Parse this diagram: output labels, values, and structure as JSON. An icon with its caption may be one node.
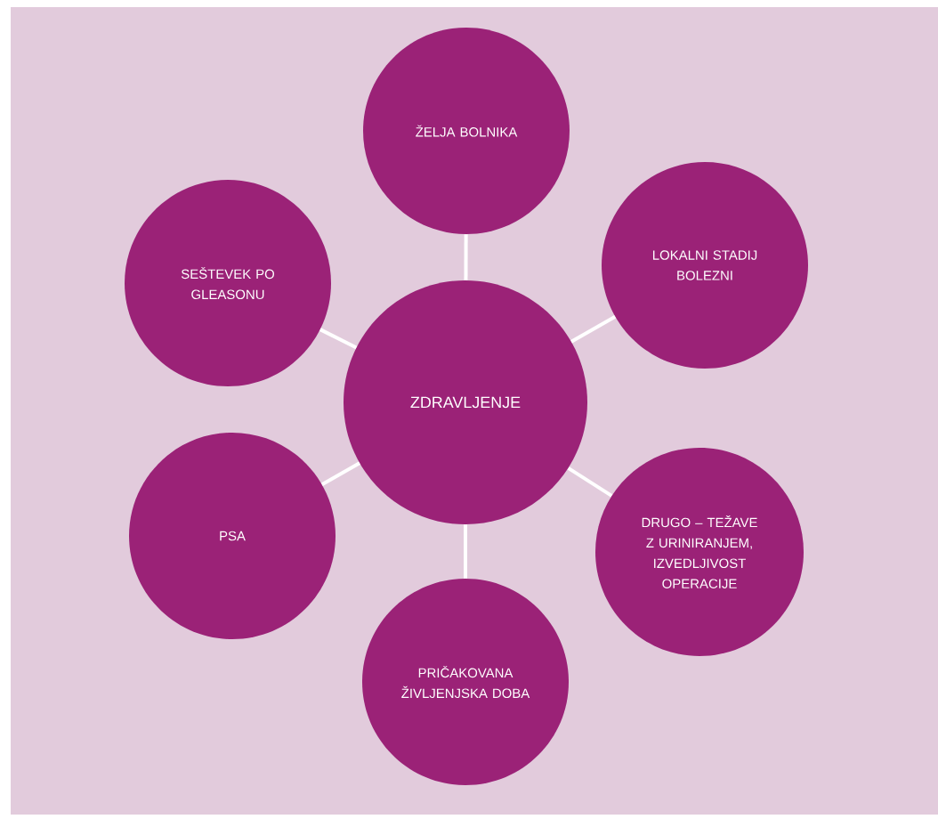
{
  "diagram": {
    "nodes": [
      {
        "text": [
          "ZDRAVLJENJE"
        ]
      },
      {
        "text": [
          "ŽELJA BOLNIKA"
        ]
      },
      {
        "text": [
          "LOKALNI STADIJ BOLEZNI"
        ]
      },
      {
        "text": [
          "DRUGO – TEŽAVE Z URINIRANJEM, IZVEDLJIVOST OPERACIJE"
        ]
      },
      {
        "text": [
          "PRIČAKOVANA ŽIVLJENJSKA DOBA"
        ]
      },
      {
        "text": [
          "PSA"
        ]
      },
      {
        "text": [
          "SEŠTEVEK PO GLEASONU"
        ]
      }
    ],
    "edges": [
      {
        "from": 0,
        "to": 1,
        "arrow": "none"
      },
      {
        "from": 0,
        "to": 2,
        "arrow": "none"
      },
      {
        "from": 0,
        "to": 3,
        "arrow": "none"
      },
      {
        "from": 0,
        "to": 4,
        "arrow": "none"
      },
      {
        "from": 0,
        "to": 5,
        "arrow": "none"
      },
      {
        "from": 0,
        "to": 6,
        "arrow": "none"
      }
    ]
  }
}
